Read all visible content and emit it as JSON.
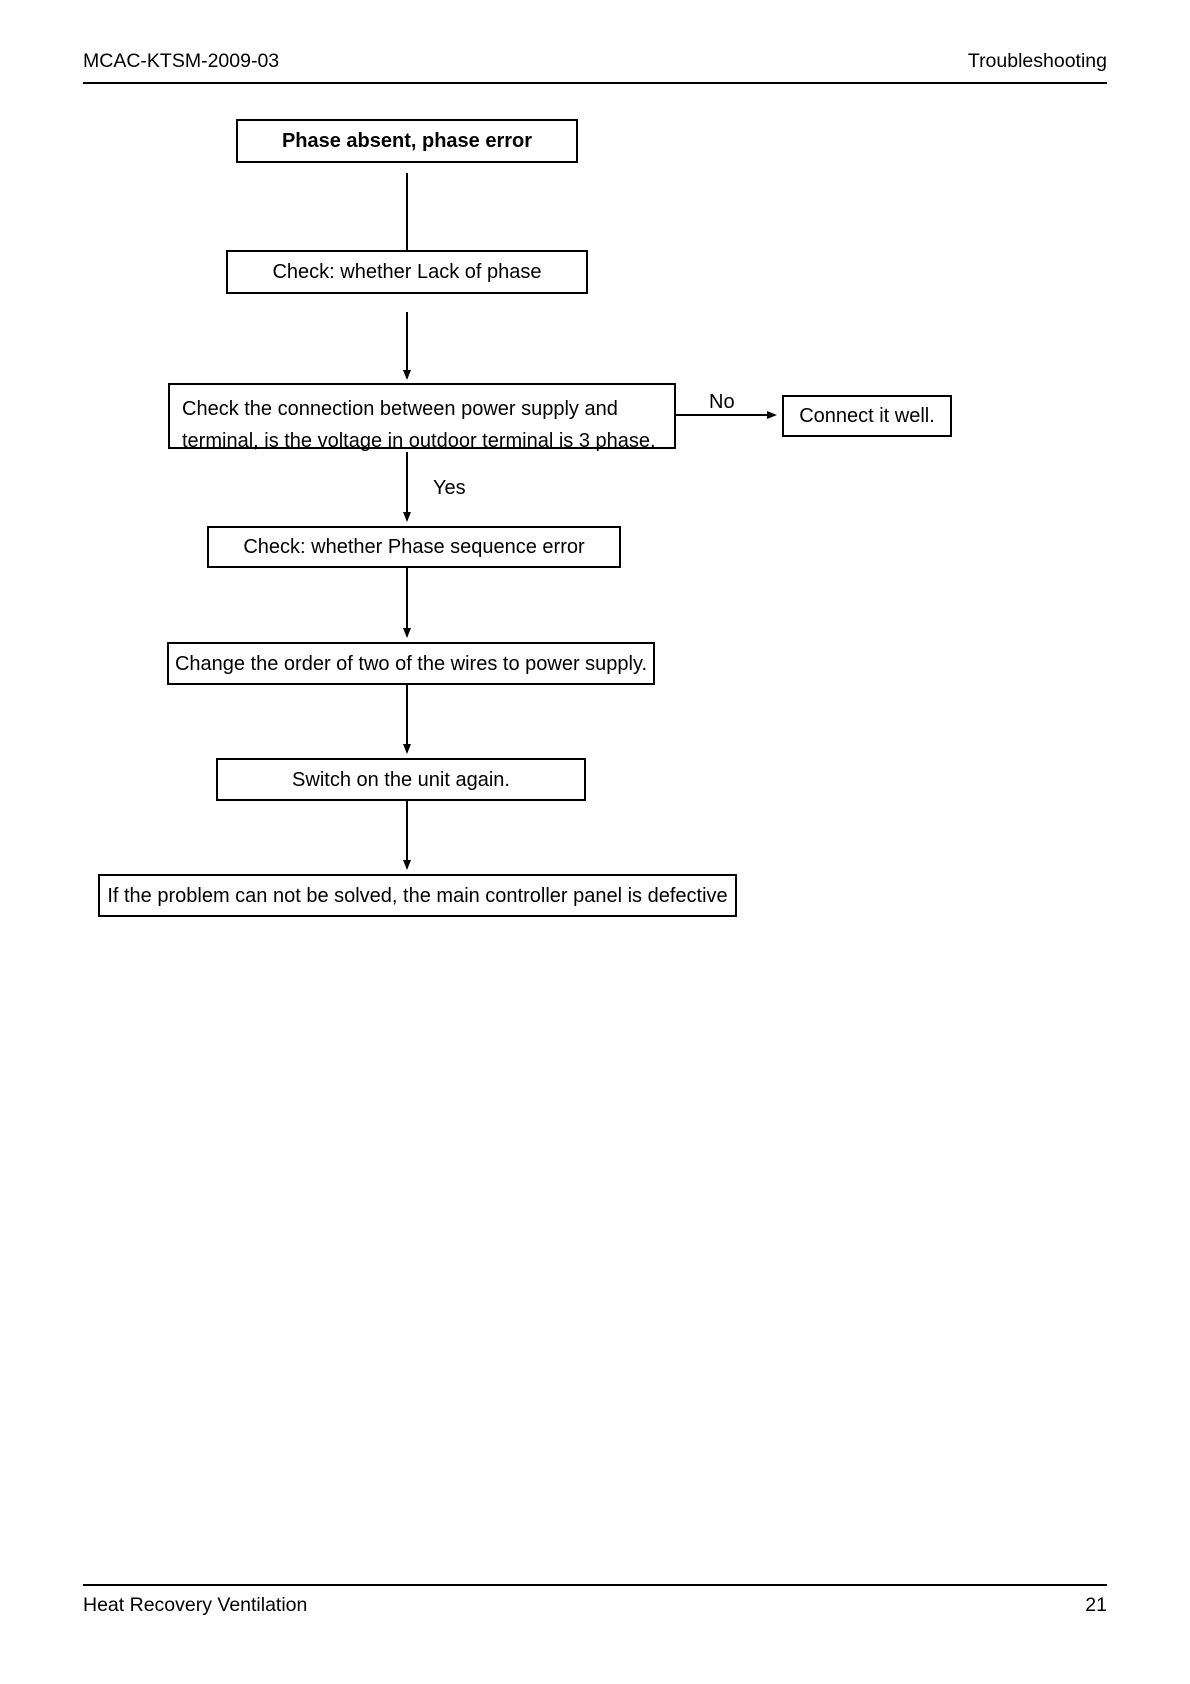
{
  "header": {
    "doc_code": "MCAC-KTSM-2009-03",
    "section": "Troubleshooting"
  },
  "footer": {
    "product": "Heat Recovery Ventilation",
    "page_number": "21"
  },
  "flowchart": {
    "title": "Phase absent, phase error",
    "nodes": [
      {
        "id": "start",
        "text": "Phase absent, phase error"
      },
      {
        "id": "check-lack",
        "text": "Check: whether Lack of phase"
      },
      {
        "id": "check-conn-line1",
        "text": "Check the connection between power supply and"
      },
      {
        "id": "check-conn-line2",
        "text": "terminal, is the voltage in outdoor terminal is 3 phase."
      },
      {
        "id": "connect-well",
        "text": "Connect it well."
      },
      {
        "id": "check-seq",
        "text": "Check: whether Phase sequence error"
      },
      {
        "id": "change-order",
        "text": "Change the order of two of the wires to power supply."
      },
      {
        "id": "switch-on",
        "text": "Switch on the unit again."
      },
      {
        "id": "defective",
        "text": "If the problem can not be solved, the main controller panel is defective"
      }
    ],
    "edge_labels": {
      "no": "No",
      "yes": "Yes"
    },
    "colors": {
      "line": "#000000",
      "box_fill": "#ffffff",
      "text": "#000000"
    }
  }
}
